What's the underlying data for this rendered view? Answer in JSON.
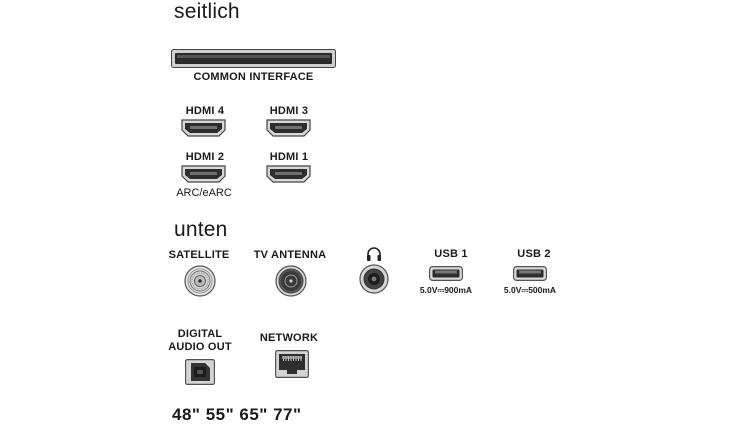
{
  "sections": {
    "side_title": "seitlich",
    "bottom_title": "unten"
  },
  "ports": {
    "common_interface": "COMMON INTERFACE",
    "hdmi4": "HDMI 4",
    "hdmi3": "HDMI 3",
    "hdmi2": "HDMI 2",
    "hdmi2_sub": "ARC/eARC",
    "hdmi1": "HDMI 1",
    "satellite": "SATELLITE",
    "tv_antenna": "TV ANTENNA",
    "headphone_icon": "headphones-icon",
    "usb1": "USB 1",
    "usb1_spec": "5.0V⎓900mA",
    "usb2": "USB 2",
    "usb2_spec": "5.0V⎓500mA",
    "digital_audio_out_line1": "DIGITAL",
    "digital_audio_out_line2": "AUDIO OUT",
    "network": "NETWORK"
  },
  "footer": {
    "sizes": "48\" 55\" 65\" 77\""
  }
}
